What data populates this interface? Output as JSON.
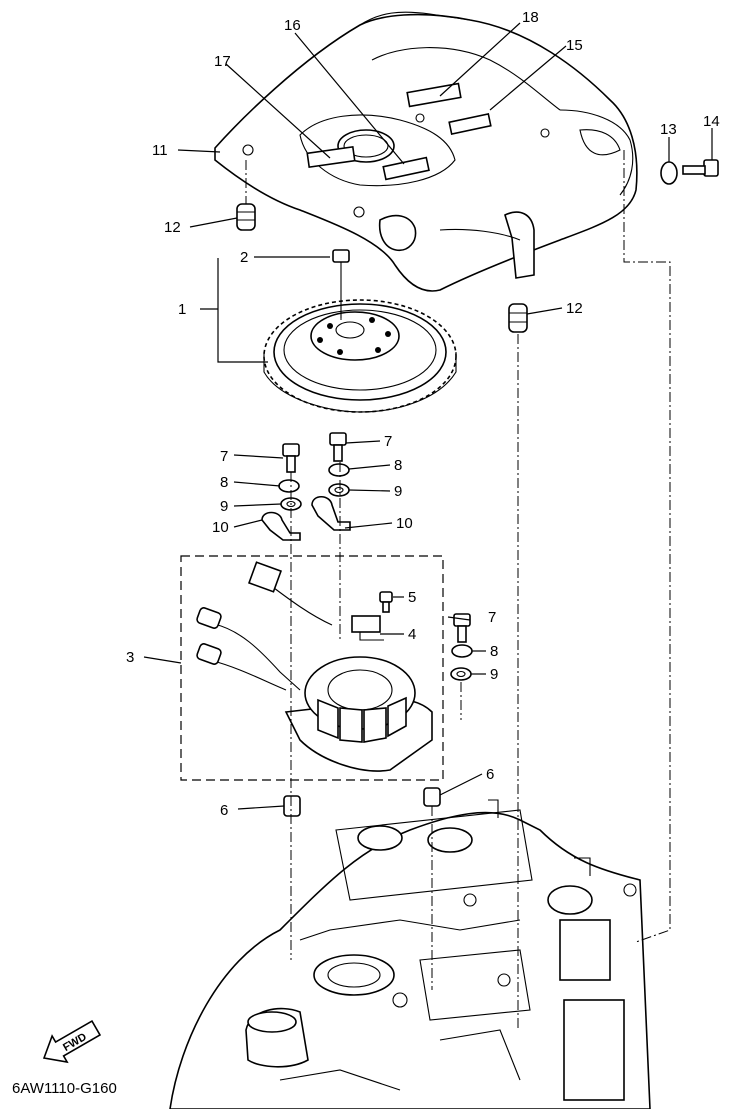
{
  "callouts": {
    "c1": "1",
    "c2": "2",
    "c3": "3",
    "c4": "4",
    "c5": "5",
    "c6a": "6",
    "c6b": "6",
    "c7a": "7",
    "c7b": "7",
    "c7c": "7",
    "c8a": "8",
    "c8b": "8",
    "c8c": "8",
    "c9a": "9",
    "c9b": "9",
    "c9c": "9",
    "c10a": "10",
    "c10b": "10",
    "c11": "11",
    "c12a": "12",
    "c12b": "12",
    "c13": "13",
    "c14": "14",
    "c15": "15",
    "c16": "16",
    "c17": "17",
    "c18": "18"
  },
  "fwd_label": "FWD",
  "figure_code": "6AW1110-G160",
  "colors": {
    "line": "#000000",
    "background": "#ffffff"
  }
}
